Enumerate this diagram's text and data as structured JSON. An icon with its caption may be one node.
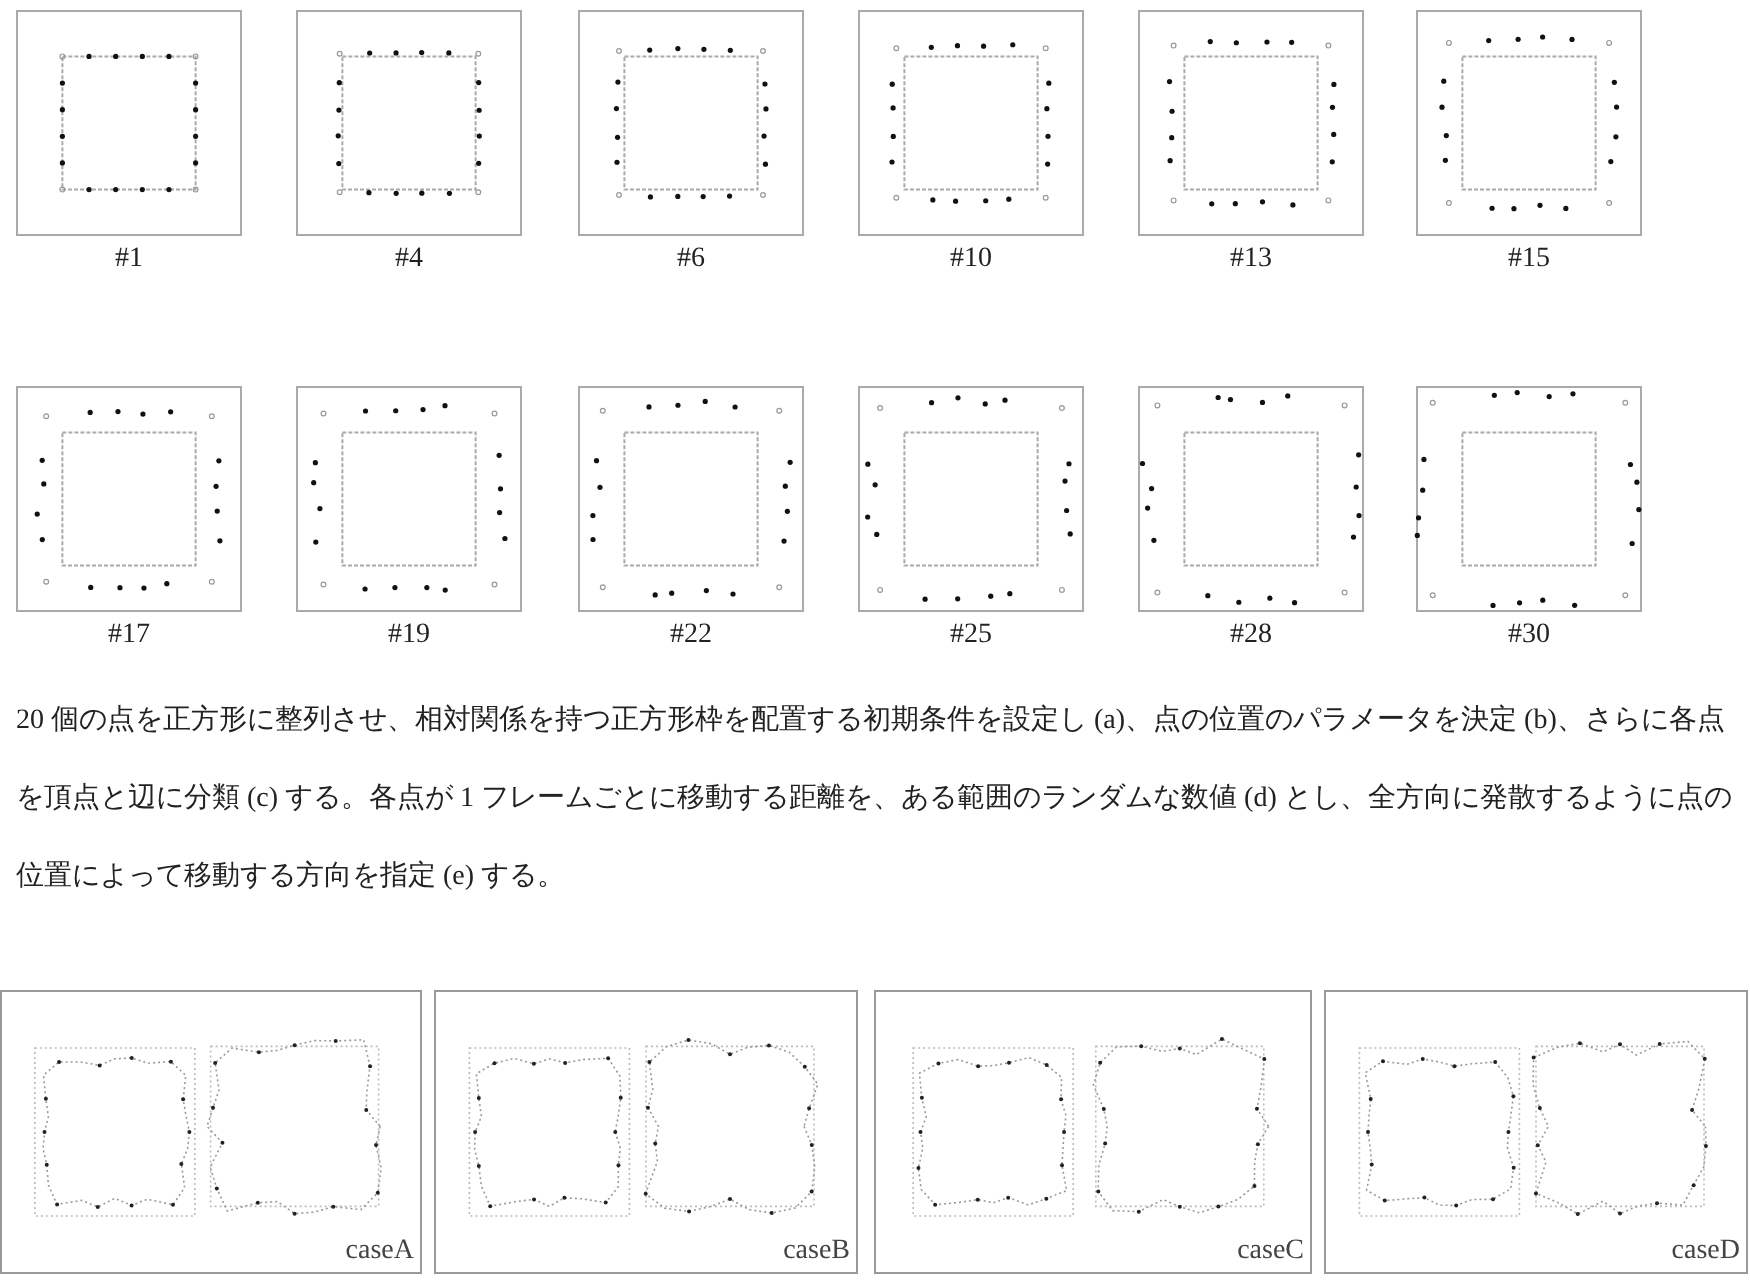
{
  "diagram": {
    "nodes": [
      {
        "text": [],
        "shape": "box",
        "beside": [
          "#1"
        ]
      },
      {
        "text": [],
        "shape": "box",
        "beside": [
          "#4"
        ]
      },
      {
        "text": [],
        "shape": "box",
        "beside": [
          "#6"
        ]
      },
      {
        "text": [],
        "shape": "box",
        "beside": [
          "#10"
        ]
      },
      {
        "text": [],
        "shape": "box",
        "beside": [
          "#13"
        ]
      },
      {
        "text": [],
        "shape": "box",
        "beside": [
          "#15"
        ]
      },
      {
        "text": [],
        "shape": "box",
        "beside": [
          "#17"
        ]
      },
      {
        "text": [],
        "shape": "box",
        "beside": [
          "#19"
        ]
      },
      {
        "text": [],
        "shape": "box",
        "beside": [
          "#22"
        ]
      },
      {
        "text": [],
        "shape": "box",
        "beside": [
          "#25"
        ]
      },
      {
        "text": [],
        "shape": "box",
        "beside": [
          "#28"
        ]
      },
      {
        "text": [],
        "shape": "box",
        "beside": [
          "#30"
        ]
      },
      {
        "text": [
          "caseA"
        ]
      },
      {
        "text": [
          "caseB"
        ]
      },
      {
        "text": [
          "caseC"
        ]
      },
      {
        "text": [
          "caseD"
        ]
      }
    ],
    "labels": [
      "20 個の点を正方形に整列させ、相対関係を持つ正方形枠を配置する初期条件を設定し (a)、点の位置のパラメータを決定 (b)、さらに各点を頂点と辺に分類 (c) する。各点が 1 フレームごとに移動する距離を、ある範囲のランダムな数値 (d) とし、全方向に発散するように点の位置によって移動する方向を指定 (e) する。"
    ]
  }
}
